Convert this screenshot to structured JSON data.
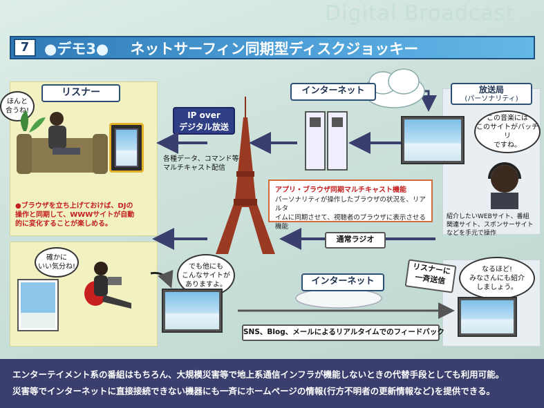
{
  "watermark": "Digital Broadcast",
  "title": {
    "number": "7",
    "demo": "●デモ3●",
    "text": "ネットサーフィン同期型ディスクジョッキー"
  },
  "listener": {
    "label": "リスナー",
    "bubble_top": "ほんと\n合うね!",
    "note": "●ブラウザを立ち上げておけば、DJの\n操作と同期して、WWWサイトが自動\n的に変化することが楽しめる。",
    "bubble_mid": "確かに\nいい気分ね!",
    "bubble_bottom": "でも他にも\nこんなサイトが\nありますよ。"
  },
  "ip_box": "IP over\nデジタル放送",
  "multicast_note": "各種データ、コマンド等:\nマルチキャスト配信",
  "internet_top": "インターネット",
  "internet_bottom": "インターネット",
  "station": {
    "label": "放送局",
    "sublabel": "(パーソナリティ)",
    "bubble": "この音楽には\nこのサイトがバッチリ\nですね。",
    "note": "紹介したいWEBサイト、番組\n関連サイト、スポンサーサイト\nなどを手元で操作",
    "bubble_reply": "なるほど!\nみなさんにも紹介\nしましょう。"
  },
  "function_box": {
    "title": "アプリ・ブラウザ同期マルチキャスト機能",
    "body": "パーソナリティが操作したブラウザの状況を、リアルタ\nイムに同期させて、視聴者のブラウザに表示させる機能"
  },
  "radio_tag": "通常ラジオ",
  "broadcast_tag": "リスナーに\n一斉送信",
  "feedback_tag": "SNS、Blog、メールによるリアルタイムでのフィードバック",
  "bottom": {
    "line1": "エンターテイメント系の番組はもちろん、大規模災害等で地上系通信インフラが機能しないときの代替手段としても利用可能。",
    "line2": "災害等でインターネットに直接接続できない機器にも一斉にホームページの情報(行方不明者の更新情報など)を提供できる。"
  }
}
